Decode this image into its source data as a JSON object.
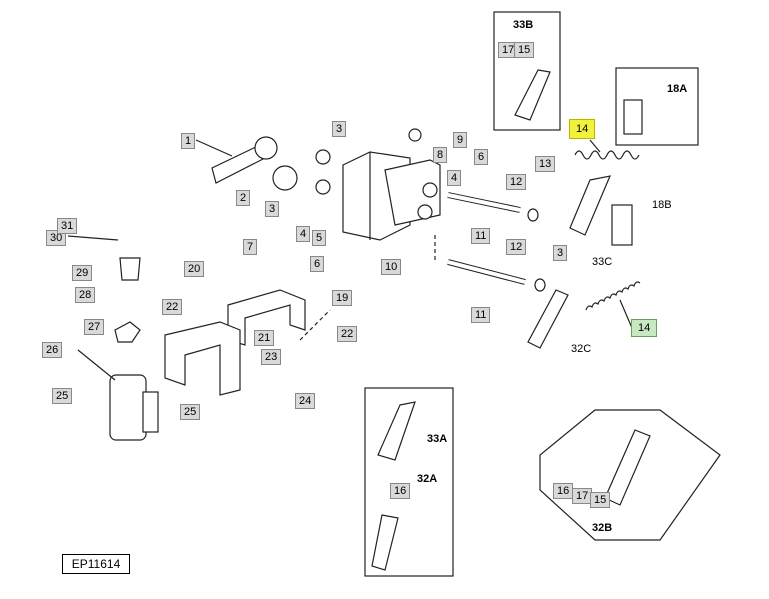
{
  "callouts": {
    "c1": "1",
    "c2": "2",
    "c3a": "3",
    "c3b": "3",
    "c3c": "3",
    "c4": "4",
    "c4b": "4",
    "c5": "5",
    "c6a": "6",
    "c6b": "6",
    "c7": "7",
    "c8": "8",
    "c9": "9",
    "c10": "10",
    "c11a": "11",
    "c11b": "11",
    "c12a": "12",
    "c12b": "12",
    "c13": "13",
    "c14y": "14",
    "c14g": "14",
    "c15t": "15",
    "c15b": "15",
    "c16a": "16",
    "c16b": "16",
    "c17t": "17",
    "c17b": "17",
    "c18a": "18A",
    "c18b": "18B",
    "c19": "19",
    "c20": "20",
    "c21": "21",
    "c22a": "22",
    "c22b": "22",
    "c23": "23",
    "c24": "24",
    "c25a": "25",
    "c25b": "25",
    "c26": "26",
    "c27": "27",
    "c28": "28",
    "c29": "29",
    "c30": "30",
    "c31": "31",
    "c32a": "32A",
    "c32b": "32B",
    "c32c": "32C",
    "c33a": "33A",
    "c33b": "33B",
    "c33c": "33C"
  },
  "reference_code": "EP11614",
  "colors": {
    "highlight_yellow": "#f2f23a",
    "highlight_green": "#c7e8c0",
    "callout_gray": "#d9d9d9",
    "line": "#222222"
  }
}
